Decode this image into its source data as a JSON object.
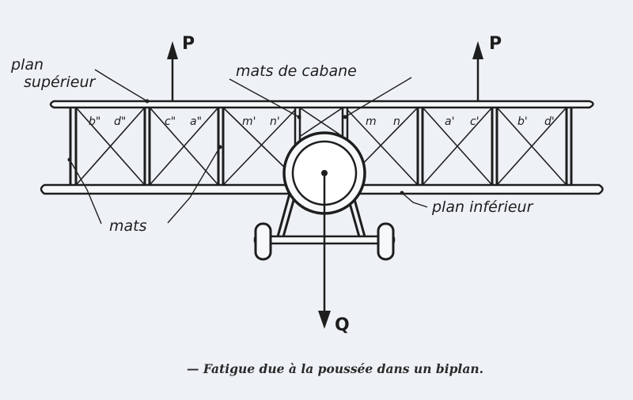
{
  "labels": {
    "force_p_left": "P",
    "force_p_right": "P",
    "force_q": "Q",
    "plan_superieur_1": "plan",
    "plan_superieur_2": "supérieur",
    "mats_de_cabane": "mats de cabane",
    "mats": "mats",
    "plan_inferieur": "plan inférieur"
  },
  "bays": [
    {
      "left": "b\"",
      "right": "d\""
    },
    {
      "left": "c\"",
      "right": "a\""
    },
    {
      "left": "m'",
      "right": "n'"
    },
    {
      "left": "m",
      "right": "n"
    },
    {
      "left": "a'",
      "right": "c'"
    },
    {
      "left": "b'",
      "right": "d'"
    }
  ],
  "caption": "— Fatigue due à la poussée dans un biplan."
}
